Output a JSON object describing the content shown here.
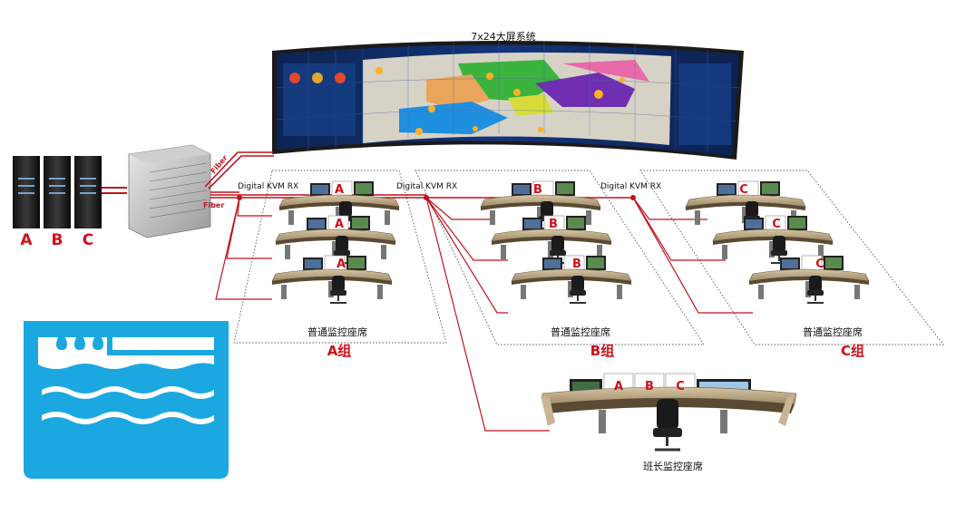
{
  "video_wall": {
    "title": "7x24大屏系统"
  },
  "servers": [
    "A",
    "B",
    "C"
  ],
  "fiber_labels": [
    "Fiber",
    "Fiber"
  ],
  "receivers": [
    "Digital KVM RX",
    "Digital KVM RX",
    "Digital KVM RX"
  ],
  "groups": [
    {
      "name": "A组",
      "seat_label": "普通监控座席",
      "station_letter": "A"
    },
    {
      "name": "B组",
      "seat_label": "普通监控座席",
      "station_letter": "B"
    },
    {
      "name": "C组",
      "seat_label": "普通监控座席",
      "station_letter": "C"
    }
  ],
  "supervisor": {
    "label": "班长监控座席",
    "letters": [
      "A",
      "B",
      "C"
    ]
  },
  "colors": {
    "link": "#c1121f",
    "label_red": "#d0101a",
    "logo_blue": "#1ba8e0",
    "wall_dark": "#0f2a5a"
  },
  "icons": [
    "server-rack-icon",
    "kvm-switch-icon",
    "control-console-icon",
    "water-logo-icon"
  ]
}
